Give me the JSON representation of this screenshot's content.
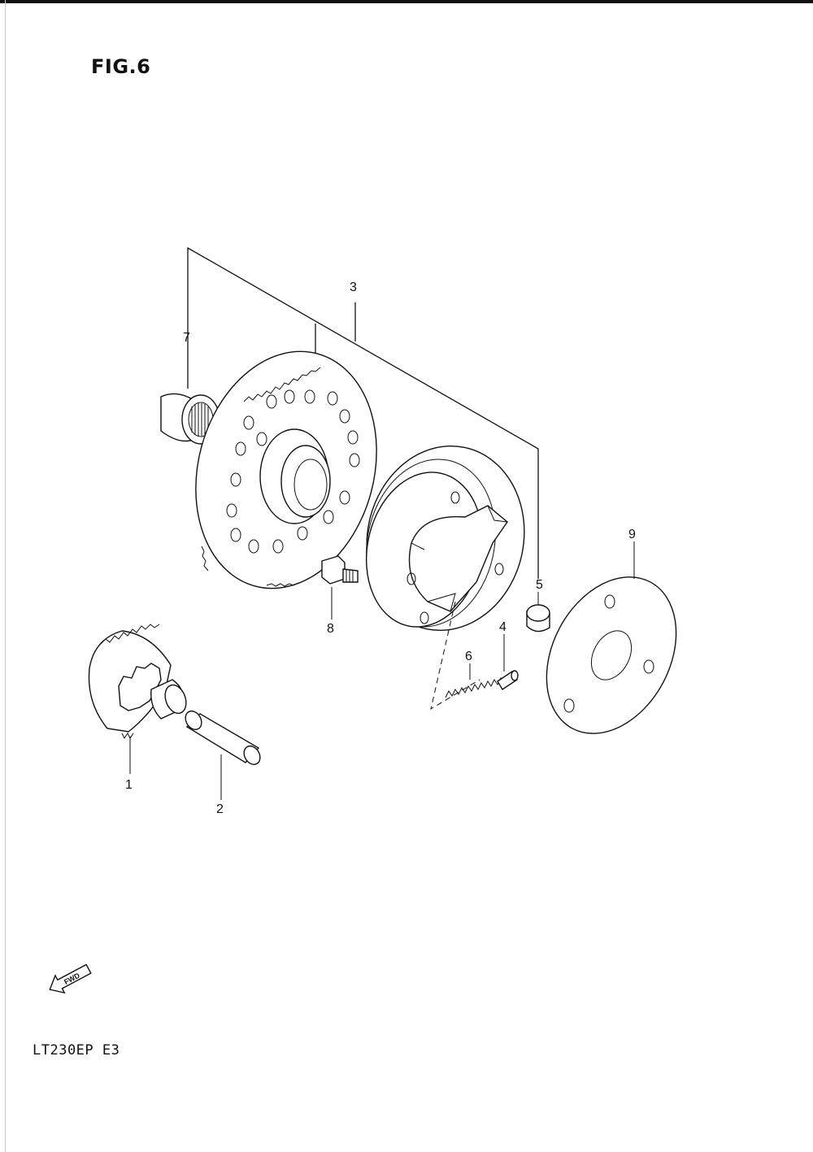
{
  "figure": {
    "title": "FIG.6",
    "model_code": "LT230EP  E3",
    "fwd_label": "FWD"
  },
  "callouts": [
    {
      "id": "1",
      "label": "1"
    },
    {
      "id": "2",
      "label": "2"
    },
    {
      "id": "3",
      "label": "3"
    },
    {
      "id": "4",
      "label": "4"
    },
    {
      "id": "5",
      "label": "5"
    },
    {
      "id": "6",
      "label": "6"
    },
    {
      "id": "7",
      "label": "7"
    },
    {
      "id": "8",
      "label": "8"
    },
    {
      "id": "9",
      "label": "9"
    }
  ],
  "icons": {
    "fwd_arrow": "fwd-arrow-icon"
  }
}
